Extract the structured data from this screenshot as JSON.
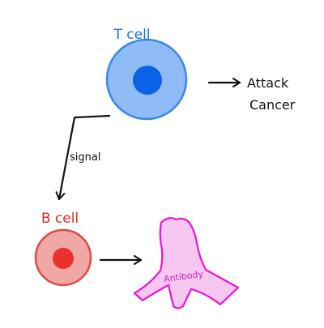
{
  "diagram": {
    "t_cell": {
      "label": "T cell",
      "label_color": "#1a6fe0",
      "body_color": "#8fbcf7",
      "outline_color": "#3a86e8",
      "nucleus_color": "#0a63e6"
    },
    "t_cell_outcome": {
      "line1": "Attack",
      "line2": "Cancer"
    },
    "signal_edge": {
      "label": "signal"
    },
    "b_cell": {
      "label": "B cell",
      "label_color": "#e02b1f",
      "body_color": "#f0a8a4",
      "outline_color": "#e04b44",
      "nucleus_color": "#e8322b"
    },
    "antibody": {
      "label": "Antibody",
      "fill_color": "#f6c8f1",
      "outline_color": "#ee12d6",
      "label_color": "#d21ab8"
    },
    "ink_color": "#111111"
  }
}
